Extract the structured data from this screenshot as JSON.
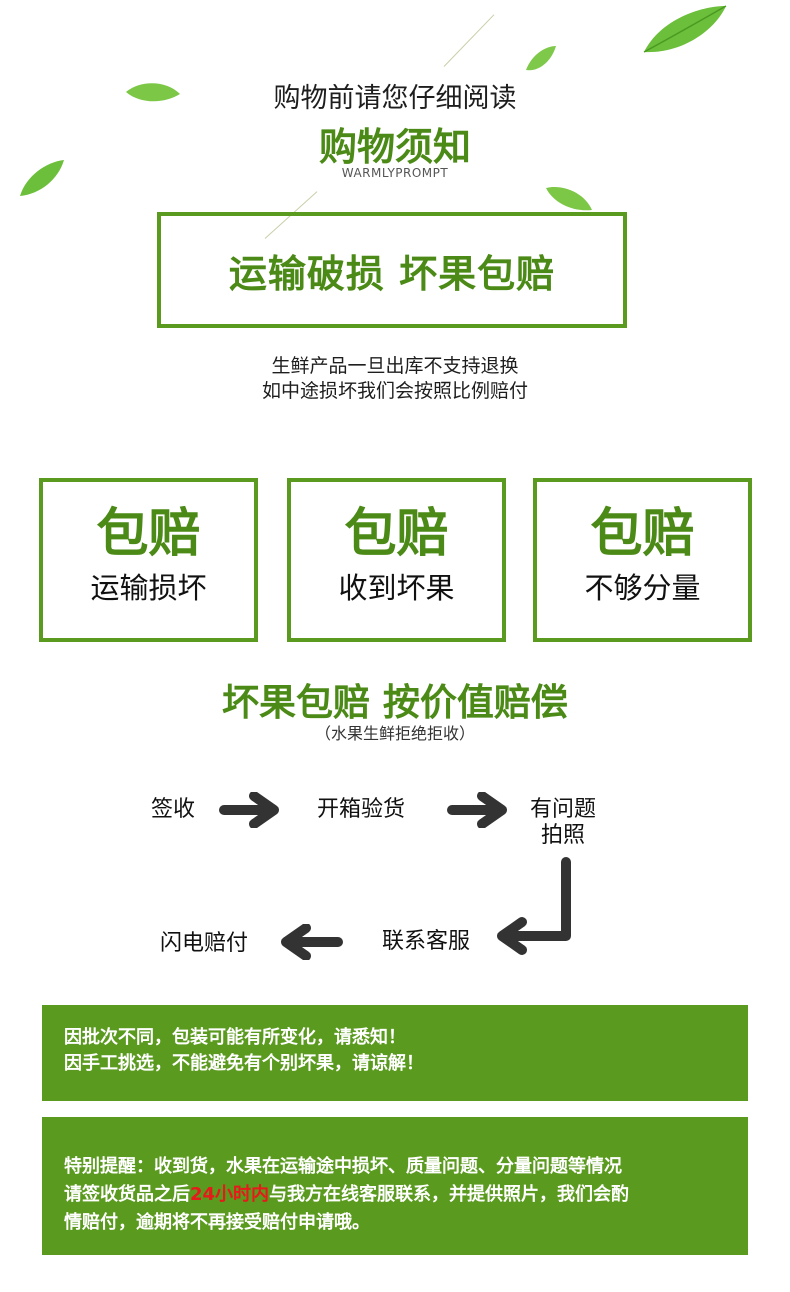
{
  "header": {
    "subtitle": "购物前请您仔细阅读",
    "title": "购物须知",
    "english": "WARMLYPROMPT"
  },
  "main_box": {
    "text": "运输破损 坏果包赔"
  },
  "policy": {
    "line1": "生鲜产品一旦出库不支持退换",
    "line2": "如中途损坏我们会按照比例赔付"
  },
  "cards": [
    {
      "title": "包赔",
      "subtitle": "运输损坏"
    },
    {
      "title": "包赔",
      "subtitle": "收到坏果"
    },
    {
      "title": "包赔",
      "subtitle": "不够分量"
    }
  ],
  "slogan": {
    "title": "坏果包赔 按价值赔偿",
    "note": "（水果生鲜拒绝拒收）"
  },
  "process": {
    "step1": "签收",
    "step2": "开箱验货",
    "step3_line1": "有问题",
    "step3_line2": "拍照",
    "step4": "联系客服",
    "step5": "闪电赔付"
  },
  "notice1": {
    "line1": "因批次不同，包装可能有所变化，请悉知！",
    "line2": "因手工挑选，不能避免有个别坏果，请谅解！"
  },
  "notice2": {
    "line1": "特别提醒：收到货，水果在运输途中损坏、质量问题、分量问题等情况",
    "line2_pre": "请签收货品之后",
    "line2_highlight": "24小时内",
    "line2_post": "与我方在线客服联系，并提供照片，我们会酌",
    "line3": "情赔付，逾期将不再接受赔付申请哦。"
  },
  "colors": {
    "accent_green": "#5a9a1e",
    "title_green": "#4b8a16",
    "highlight_red": "#e8191b",
    "arrow_dark": "#333333"
  }
}
